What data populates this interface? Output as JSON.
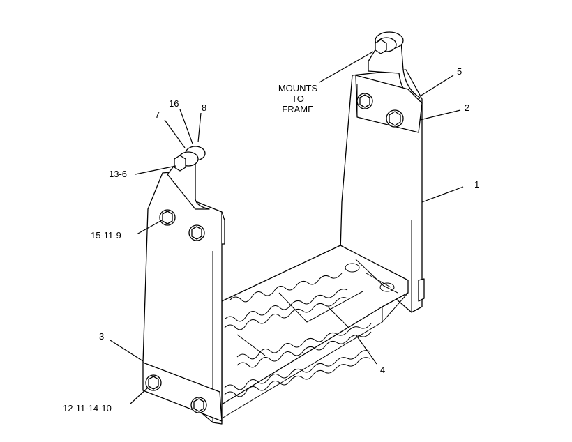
{
  "diagram": {
    "callouts": {
      "mounts_line1": "MOUNTS",
      "mounts_line2": "TO",
      "mounts_line3": "FRAME",
      "c5": "5",
      "c2": "2",
      "c1": "1",
      "c7": "7",
      "c16": "16",
      "c8": "8",
      "c13_6": "13-6",
      "c15_11_9": "15-11-9",
      "c3": "3",
      "c4": "4",
      "c12_11_14_10": "12-11-14-10"
    }
  }
}
